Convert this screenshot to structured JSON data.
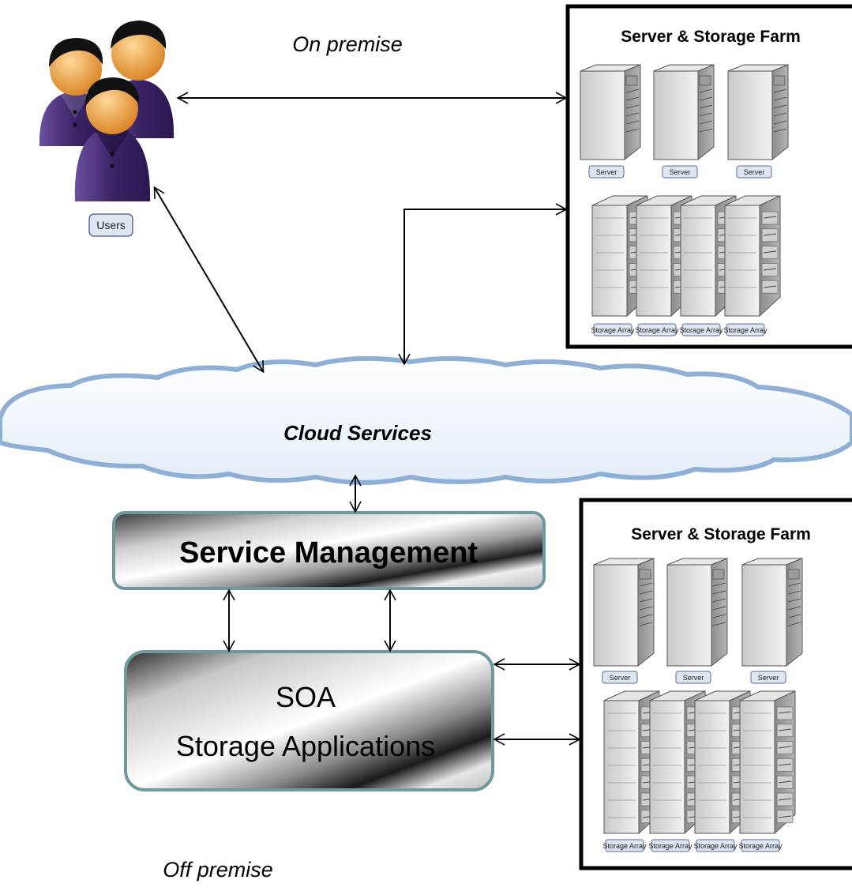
{
  "labels": {
    "on_premise": "On premise",
    "off_premise": "Off premise",
    "cloud": "Cloud Services",
    "service_management": "Service Management",
    "soa_line1": "SOA",
    "soa_line2": "Storage Applications",
    "users": "Users"
  },
  "farms": [
    {
      "title": "Server & Storage Farm",
      "server_tags": [
        "Server",
        "Server",
        "Server"
      ],
      "storage_tags": [
        "Storage Array",
        "Storage Array",
        "Storage Array",
        "Storage Array"
      ]
    },
    {
      "title": "Server & Storage Farm",
      "server_tags": [
        "Server",
        "Server",
        "Server"
      ],
      "storage_tags": [
        "Storage Array",
        "Storage Array",
        "Storage Array",
        "Storage Array"
      ]
    }
  ],
  "colors": {
    "user_body": "#3b2466",
    "user_face": "#e59a34",
    "cloud_fill": "#eef4fb",
    "cloud_stroke": "#8fb0d6",
    "box_stroke": "#6f9a9d"
  }
}
